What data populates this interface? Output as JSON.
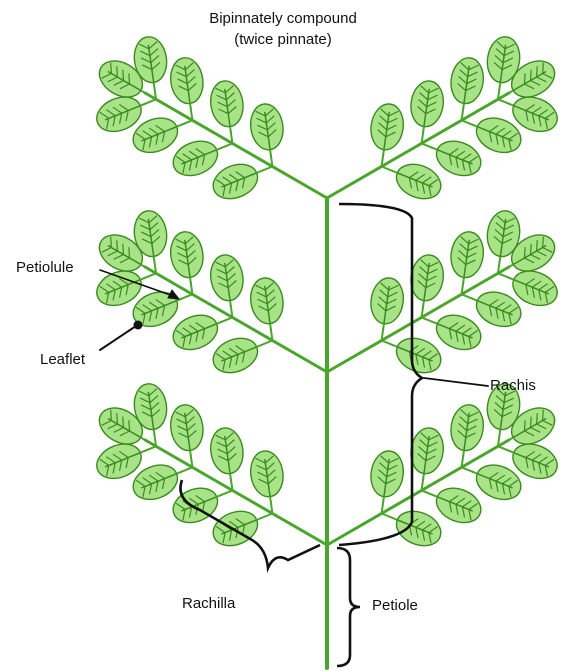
{
  "title": {
    "line1": "Bipinnately compound",
    "line2": "(twice pinnate)"
  },
  "labels": {
    "petiolule": "Petiolule",
    "leaflet": "Leaflet",
    "rachis": "Rachis",
    "rachilla": "Rachilla",
    "petiole": "Petiole"
  },
  "colors": {
    "leaf_fill": "#a8e487",
    "leaf_stroke": "#3a8a1e",
    "stem": "#4aa62a",
    "annotation": "#111111",
    "background": "#ffffff"
  }
}
